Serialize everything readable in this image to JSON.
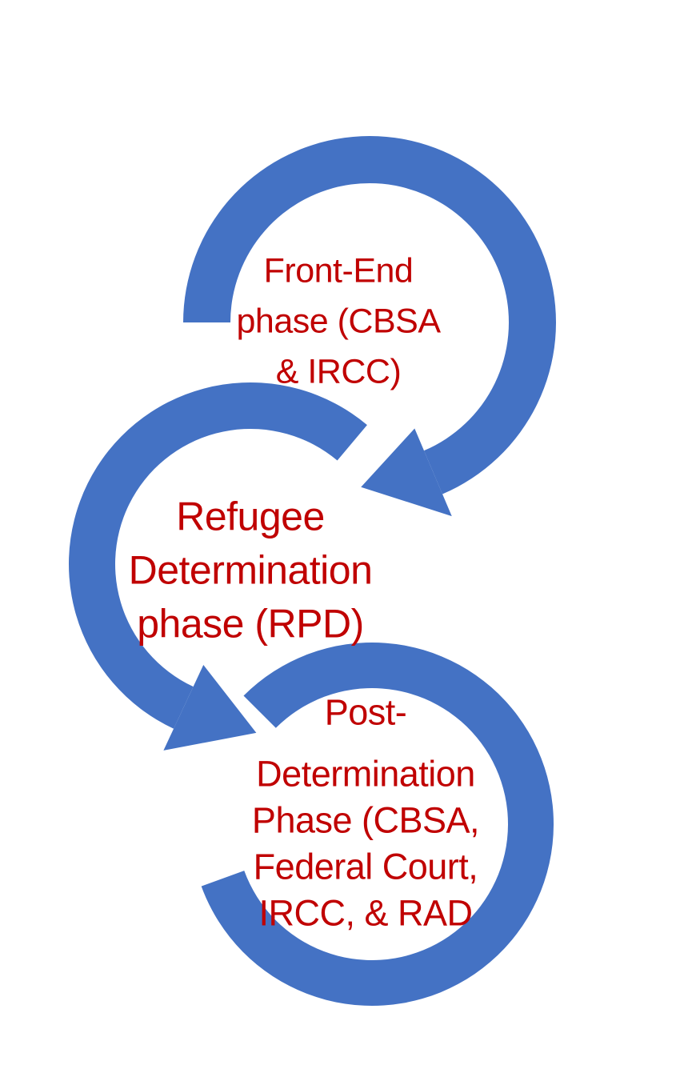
{
  "diagram": {
    "background_color": "#FFFFFF",
    "colors": {
      "arrow": "#4472C4",
      "text": "#C00000"
    },
    "phases": [
      {
        "name": "front-end-phase",
        "full_text": "Front-End phase (CBSA & IRCC)",
        "lines": [
          "Front-End",
          "phase (CBSA",
          "& IRCC)"
        ],
        "arrow": {
          "shape": "circular-arrow",
          "direction": "clockwise",
          "arrowhead": true
        }
      },
      {
        "name": "refugee-determination-phase",
        "full_text": "Refugee Determination phase (RPD)",
        "lines": [
          "Refugee",
          "Determination",
          "phase (RPD)"
        ],
        "arrow": {
          "shape": "circular-arrow",
          "direction": "counterclockwise",
          "arrowhead": true
        }
      },
      {
        "name": "post-determination-phase",
        "full_text": "Post- Determination Phase (CBSA, Federal Court, IRCC, & RAD",
        "lines": [
          "Post-",
          "Determination",
          "Phase (CBSA,",
          "Federal Court,",
          "IRCC, & RAD"
        ],
        "arrow": {
          "shape": "open-ring",
          "direction": "clockwise",
          "arrowhead": false
        }
      }
    ]
  }
}
